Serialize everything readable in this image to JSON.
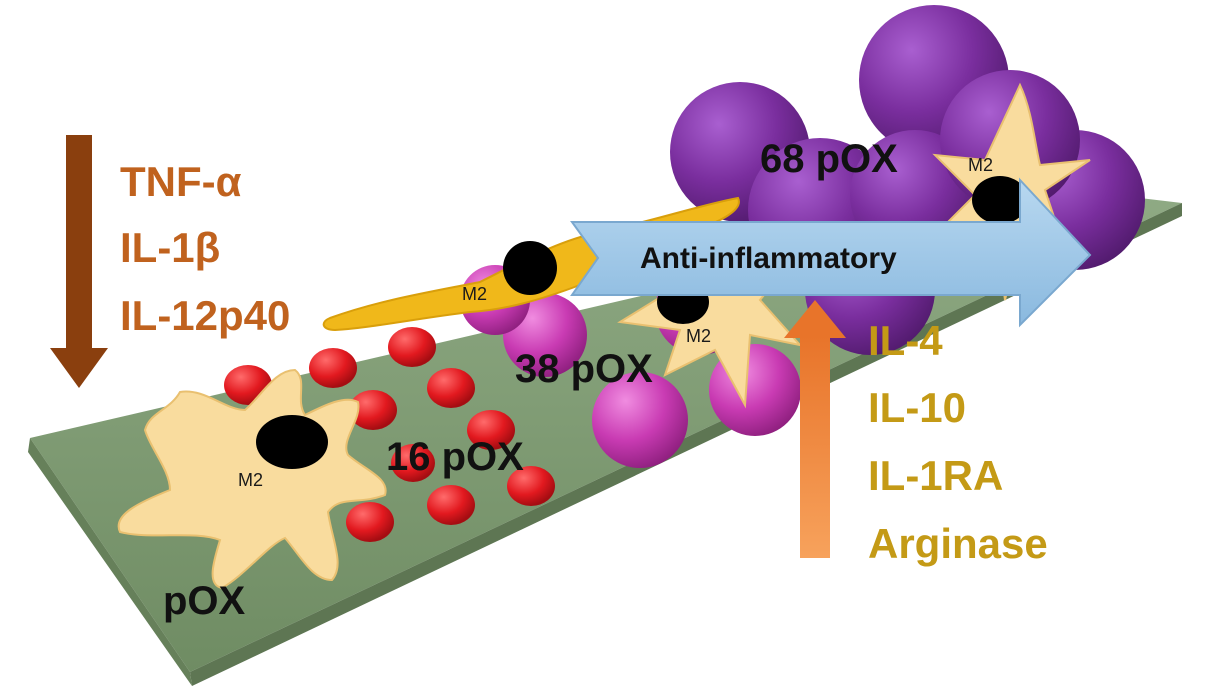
{
  "decreased_markers": [
    "TNF-α",
    "IL-1β",
    "IL-12p40"
  ],
  "increased_markers": [
    "IL-4",
    "IL-10",
    "IL-1RA",
    "Arginase"
  ],
  "arrow_banner": "Anti-inflammatory",
  "pox_labels": {
    "base": "pOX",
    "p16": "16 pOX",
    "p38": "38 pOX",
    "p68": "68 pOX"
  },
  "macrophage_label": "M2",
  "colors": {
    "down_arrow": "#8a3f0e",
    "down_text": "#c0621e",
    "up_arrow": "#ee8a3a",
    "up_text": "#c49a16",
    "substrate": "#7f9c72",
    "red_particle": "#e2191f",
    "magenta_particle": "#c93bb3",
    "purple_particle": "#7a2e9e",
    "macrophage": "#f9dc9e",
    "elongated_cell": "#f0b81a",
    "banner_arrow": "#9cc7e6"
  }
}
